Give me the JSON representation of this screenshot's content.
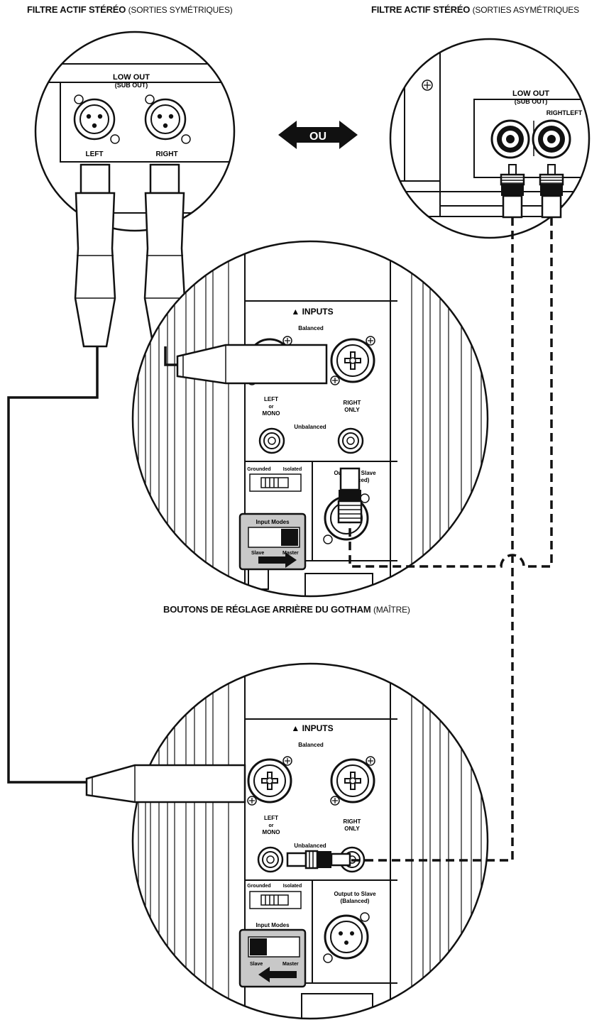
{
  "captions": {
    "top_left_bold": "FILTRE ACTIF STÉRÉO",
    "top_left_normal": "(SORTIES SYMÉTRIQUES)",
    "top_right_bold": "FILTRE ACTIF STÉRÉO",
    "top_right_normal": "(SORTIES ASYMÉTRIQUES",
    "middle_bold": "BOUTONS DE RÉGLAGE ARRIÈRE DU GOTHAM",
    "middle_normal": "(MAÎTRE)"
  },
  "or_arrow": "OU",
  "balanced_filter": {
    "title": "LOW OUT",
    "subtitle": "(SUB OUT)",
    "left": "LEFT",
    "right": "RIGHT"
  },
  "unbalanced_filter": {
    "title": "LOW OUT",
    "subtitle": "(SUB OUT)",
    "channels": "RIGHTLEFT"
  },
  "panel_master": {
    "inputs": "▲ INPUTS",
    "balanced": "Balanced",
    "left_1": "LEFT",
    "left_2": "or",
    "left_3": "MONO",
    "right_1": "RIGHT",
    "right_2": "ONLY",
    "unbalanced": "Unbalanced",
    "grounded": "Grounded",
    "isolated": "Isolated",
    "output_1": "Output to Slave",
    "output_2": "(Balanced)",
    "input_modes": "Input Modes",
    "slave": "Slave",
    "master": "Master"
  },
  "panel_slave": {
    "inputs": "▲ INPUTS",
    "balanced": "Balanced",
    "left_1": "LEFT",
    "left_2": "or",
    "left_3": "MONO",
    "right_1": "RIGHT",
    "right_2": "ONLY",
    "unbalanced": "Unbalanced",
    "grounded": "Grounded",
    "isolated": "Isolated",
    "output_1": "Output to Slave",
    "output_2": "(Balanced)",
    "input_modes": "Input Modes",
    "slave": "Slave",
    "master": "Master"
  },
  "colors": {
    "line": "#111111",
    "panel_gray": "#c8c8c8",
    "switch_box": "#d0d0d0"
  }
}
